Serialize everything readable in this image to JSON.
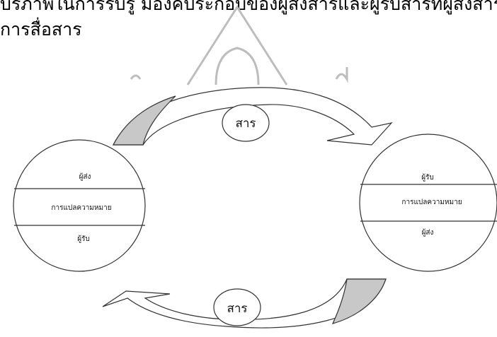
{
  "header": {
    "line1": "บริภาพในการรับรู้ มีองค์ประกอบของผู้ส่งสารและผู้รับสารที่ผู้ส่งสารและ",
    "line2": "การสื่อสาร"
  },
  "diagram": {
    "left_circle": {
      "top_label": "ผู้ส่ง",
      "middle_label": "การแปลความหมาย",
      "bottom_label": "ผู้รับ"
    },
    "right_circle": {
      "top_label": "ผู้รับ",
      "middle_label": "การแปลความหมาย",
      "bottom_label": "ผู้ส่ง"
    },
    "top_message": "สาร",
    "bottom_message": "สาร",
    "colors": {
      "stroke": "#333333",
      "shade": "#c8c8c8",
      "watermark": "#bdbdbd"
    }
  }
}
